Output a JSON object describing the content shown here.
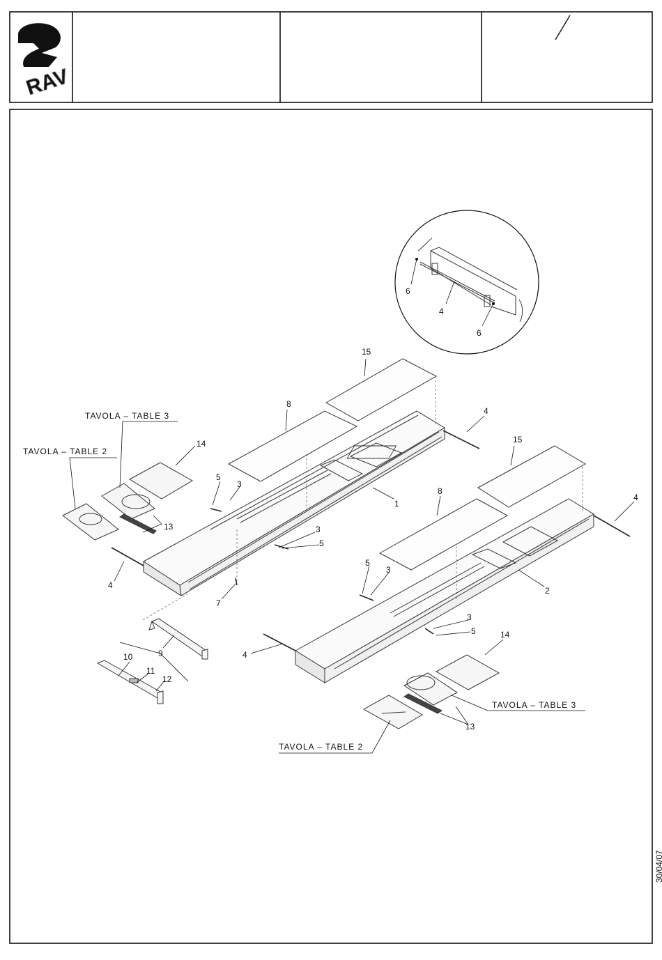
{
  "header": {
    "logo_text": "RAV",
    "cell2": "",
    "cell3": "",
    "cell4": ""
  },
  "sidebar": {
    "date": "30/04/07"
  },
  "diagram": {
    "table_label_3": "TAVOLA – TABLE 3",
    "table_label_2": "TAVOLA – TABLE 2",
    "parts": [
      "1",
      "2",
      "3",
      "4",
      "5",
      "6",
      "7",
      "8",
      "9",
      "10",
      "11",
      "12",
      "13",
      "14",
      "15"
    ]
  }
}
